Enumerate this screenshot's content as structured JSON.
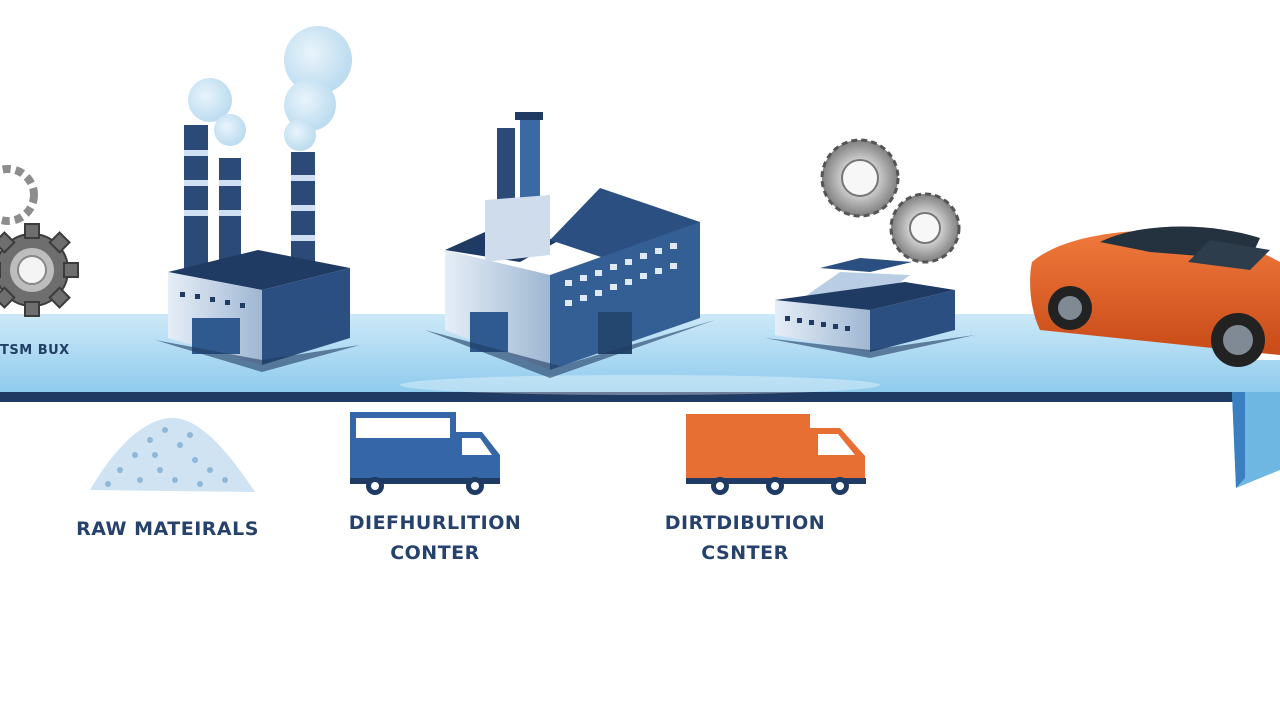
{
  "diagram": {
    "stages": [
      {
        "id": "raw-materials",
        "label": "RAW MATEIRALS"
      },
      {
        "id": "distribution-1",
        "label_lines": [
          "DIEFHURLITION",
          "CONTER"
        ]
      },
      {
        "id": "distribution-2",
        "label_lines": [
          "DIRTDIBUTION",
          "CSNTER"
        ]
      }
    ],
    "band_label": "TSM BUX",
    "icons": [
      "gear-icon",
      "smokestack-factory-icon",
      "factory-building-icon",
      "warehouse-icon",
      "car-icon",
      "truck-icon",
      "raw-material-pile-icon"
    ],
    "colors": {
      "band": "#a9d8f2",
      "navy": "#1f3a63",
      "truck_blue": "#3566a8",
      "truck_orange": "#e86f33",
      "car_orange": "#e05a25"
    }
  }
}
